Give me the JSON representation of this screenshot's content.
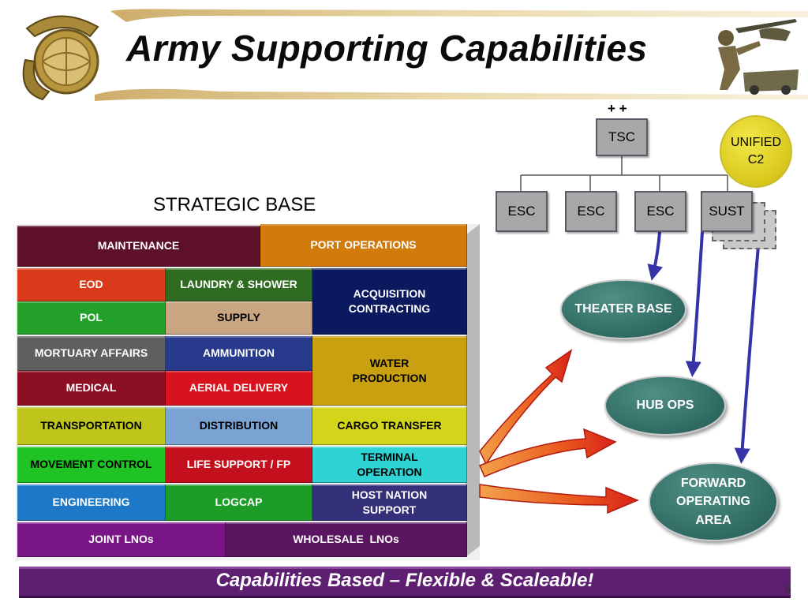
{
  "title": "Army Supporting Capabilities",
  "strategic_base": {
    "heading": "STRATEGIC BASE",
    "cells": {
      "maintenance": "MAINTENANCE",
      "port_operations": "PORT OPERATIONS",
      "eod": "EOD",
      "laundry_shower": "LAUNDRY & SHOWER",
      "acquisition_contracting_1": "ACQUISITION",
      "acquisition_contracting_2": "CONTRACTING",
      "pol": "POL",
      "supply": "SUPPLY",
      "mortuary_affairs": "MORTUARY AFFAIRS",
      "ammunition": "AMMUNITION",
      "water_production_1": "WATER",
      "water_production_2": "PRODUCTION",
      "medical": "MEDICAL",
      "aerial_delivery": "AERIAL DELIVERY",
      "transportation": "TRANSPORTATION",
      "distribution": "DISTRIBUTION",
      "cargo_transfer": "CARGO TRANSFER",
      "movement_control": "MOVEMENT CONTROL",
      "life_support": "LIFE SUPPORT / FP",
      "terminal_operation_1": "TERMINAL",
      "terminal_operation_2": "OPERATION",
      "engineering": "ENGINEERING",
      "logcap": "LOGCAP",
      "host_nation_1": "HOST NATION",
      "host_nation_2": "SUPPORT",
      "joint_lnos": "JOINT LNOs",
      "wholesale_lnos": "WHOLESALE  LNOs"
    }
  },
  "org_chart": {
    "plus_marks": "+ +",
    "tsc": "TSC",
    "esc_1": "ESC",
    "esc_2": "ESC",
    "esc_3": "ESC",
    "sust": "SUST",
    "unified_1": "UNIFIED",
    "unified_2": "C2"
  },
  "destinations": {
    "theater_base": "THEATER BASE",
    "hub_ops": "HUB OPS",
    "forward_1": "FORWARD",
    "forward_2": "OPERATING",
    "forward_3": "AREA"
  },
  "footer": "Capabilities Based – Flexible & Scaleable!",
  "page_number": "6",
  "colors": {
    "arrow_blue": "#3434a8",
    "oval_teal": "#2f6a62",
    "footer_purple": "#5e1f72",
    "flow_arrow": "#e2401c"
  }
}
